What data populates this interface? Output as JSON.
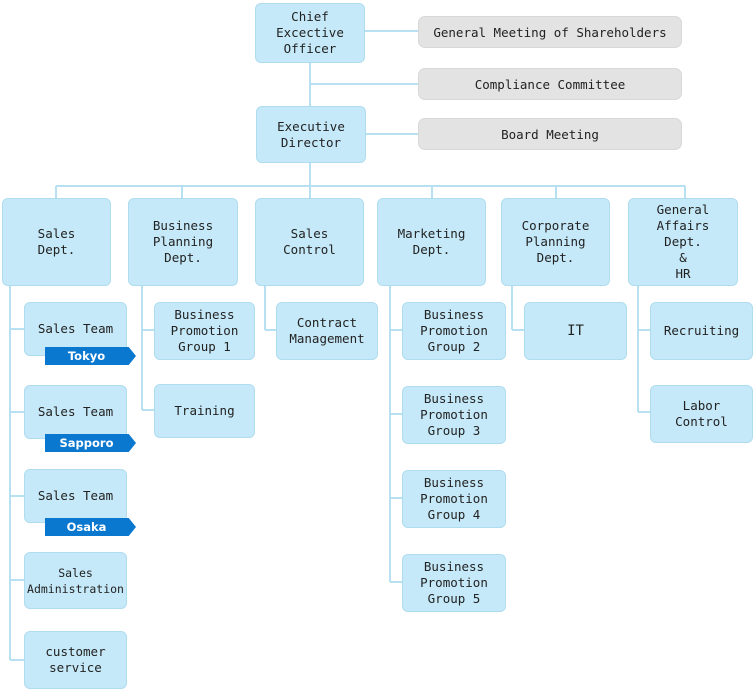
{
  "ceo": "Chief\nExcective\nOfficer",
  "shareholders": "General Meeting of Shareholders",
  "compliance": "Compliance Committee",
  "executive": "Executive\nDirector",
  "board": "Board Meeting",
  "departments": {
    "sales": "Sales\nDept.",
    "business_planning": "Business\nPlanning\nDept.",
    "sales_control": "Sales\nControl",
    "marketing": "Marketing\nDept.",
    "corporate_planning": "Corporate\nPlanning\nDept.",
    "general_affairs": "General\nAffairs\nDept.\n&\nHR"
  },
  "sales_units": {
    "team_tokyo": "Sales Team",
    "tag_tokyo": "Tokyo",
    "team_sapporo": "Sales Team",
    "tag_sapporo": "Sapporo",
    "team_osaka": "Sales Team",
    "tag_osaka": "Osaka",
    "administration": "Sales\nAdministration",
    "customer_service": "customer\nservice"
  },
  "business_planning_units": {
    "promotion_group_1": "Business\nPromotion\nGroup 1",
    "training": "Training"
  },
  "sales_control_units": {
    "contract_management": "Contract\nManagement"
  },
  "marketing_units": {
    "promotion_group_2": "Business\nPromotion\nGroup 2",
    "promotion_group_3": "Business\nPromotion\nGroup 3",
    "promotion_group_4": "Business\nPromotion\nGroup 4",
    "promotion_group_5": "Business\nPromotion\nGroup 5"
  },
  "corporate_planning_units": {
    "it": "IT"
  },
  "general_affairs_units": {
    "recruiting": "Recruiting",
    "labor_control": "Labor\nControl"
  },
  "colors": {
    "box_fill": "#c5e9f8",
    "connector": "#b7e0f2",
    "gray_box": "#e3e3e3",
    "tag_fill": "#0b78d0",
    "tag_text": "#ffffff"
  }
}
